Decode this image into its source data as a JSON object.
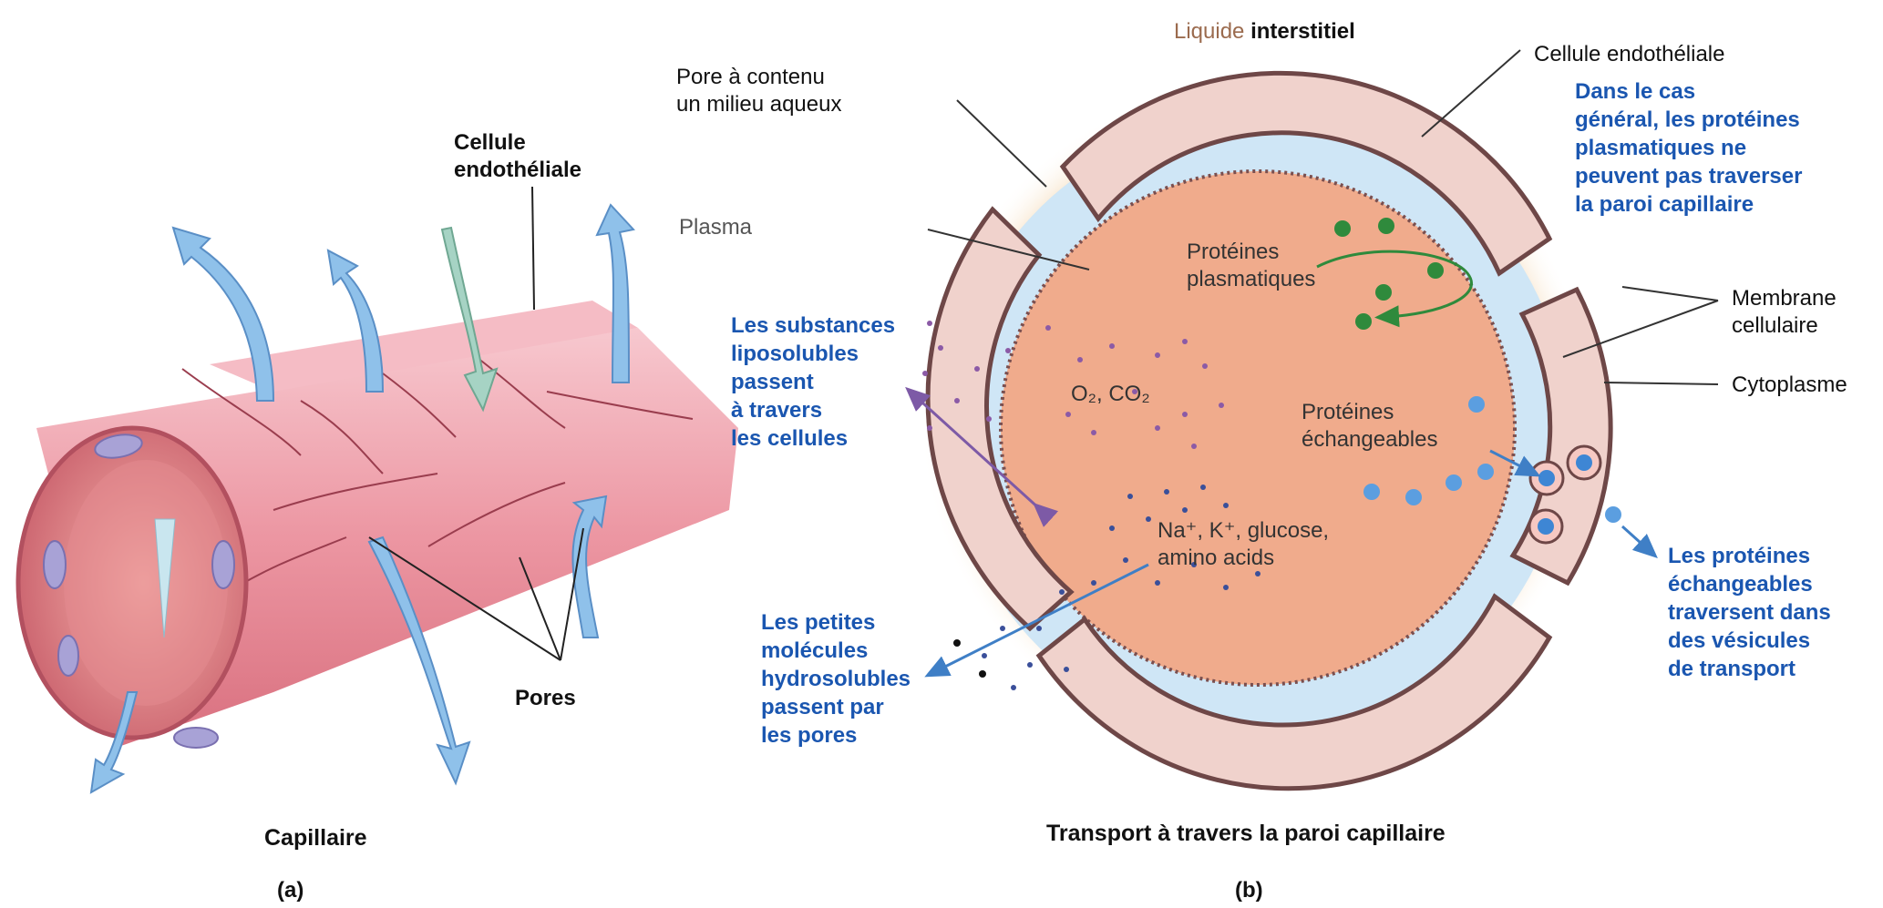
{
  "panel_a": {
    "cell_label_line1": "Cellule",
    "cell_label_line2": "endothéliale",
    "pores_label": "Pores",
    "caption": "Capillaire",
    "panel_letter": "(a)"
  },
  "panel_b": {
    "interstitial_part1": "Liquide",
    "interstitial_part2": "interstitiel",
    "endothelial_cell": "Cellule endothéliale",
    "pore_line1": "Pore à contenu",
    "pore_line2": "un milieu aqueux",
    "plasma": "Plasma",
    "plasma_proteins_line1": "Protéines",
    "plasma_proteins_line2": "plasmatiques",
    "gases": "O₂, CO₂",
    "exchangeable_line1": "Protéines",
    "exchangeable_line2": "échangeables",
    "ions_line1": "Na⁺, K⁺, glucose,",
    "ions_line2": "amino acids",
    "membrane_line1": "Membrane",
    "membrane_line2": "cellulaire",
    "cytoplasm": "Cytoplasme",
    "note_general": [
      "Dans le cas",
      "général, les protéines",
      "plasmatiques ne",
      "peuvent pas traverser",
      "la paroi capillaire"
    ],
    "note_lipo": [
      "Les substances",
      "liposolubles",
      "passent",
      "à travers",
      "les cellules"
    ],
    "note_small": [
      "Les petites",
      "molécules",
      "hydrosolubles",
      "passent par",
      "les pores"
    ],
    "note_vesicles": [
      "Les protéines",
      "échangeables",
      "traversent dans",
      "des vésicules",
      "de transport"
    ],
    "caption": "Transport à travers la paroi capillaire",
    "panel_letter": "(b)"
  },
  "colors": {
    "text_blue": "#1a56b0",
    "light_blue": "#6aa7dd",
    "plasma_fill": "#f0ab8c",
    "cell_fill": "#f0d2cc",
    "halo": "#f6dfc0",
    "protein_green": "#2f8a3c",
    "dot_purple": "#8b5aa6",
    "dot_navy": "#3a4f9a",
    "vessel_pink": "#e88a94"
  }
}
